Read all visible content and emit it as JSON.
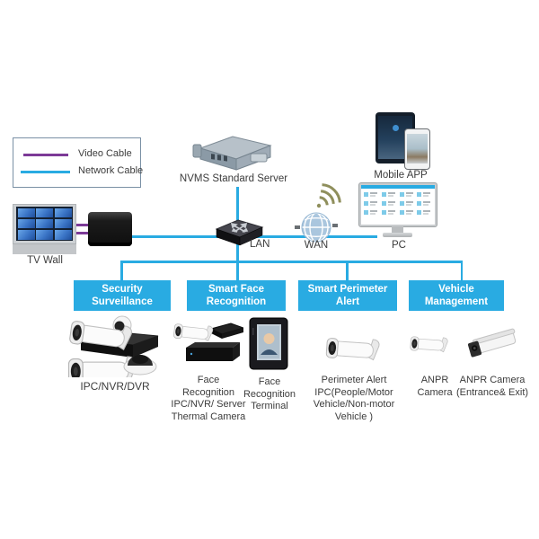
{
  "colors": {
    "network_cable": "#29ABE2",
    "video_cable": "#7C3A97",
    "category_box_bg": "#29ABE2",
    "category_box_text": "#FFFFFF",
    "label_text": "#3C3C3C",
    "wifi_icon": "#8F8F5C"
  },
  "legend": {
    "video_cable": "Video Cable",
    "network_cable": "Network Cable"
  },
  "nodes": {
    "server_label": "NVMS Standard Server",
    "mobile_label": "Mobile APP",
    "tv_wall_label": "TV Wall",
    "lan_label": "LAN",
    "wan_label": "WAN",
    "pc_label": "PC"
  },
  "categories": {
    "security": {
      "line1": "Security",
      "line2": "Surveillance"
    },
    "face": {
      "line1": "Smart Face",
      "line2": "Recognition"
    },
    "perimeter": {
      "line1": "Smart Perimeter",
      "line2": "Alert"
    },
    "vehicle": {
      "line1": "Vehicle",
      "line2": "Management"
    }
  },
  "device_labels": {
    "ipc_nvr_dvr": "IPC/NVR/DVR",
    "face_group": [
      "Face",
      "Recognition",
      "IPC/NVR/ Server",
      "Thermal Camera"
    ],
    "face_terminal": [
      "Face",
      "Recognition",
      "Terminal"
    ],
    "perimeter_ipc": [
      "Perimeter Alert",
      "IPC(People/Motor",
      "Vehicle/Non-motor",
      "Vehicle )"
    ],
    "anpr": [
      "ANPR",
      "Camera"
    ],
    "anpr_entrance": [
      "ANPR Camera",
      "(Entrance& Exit)"
    ]
  }
}
